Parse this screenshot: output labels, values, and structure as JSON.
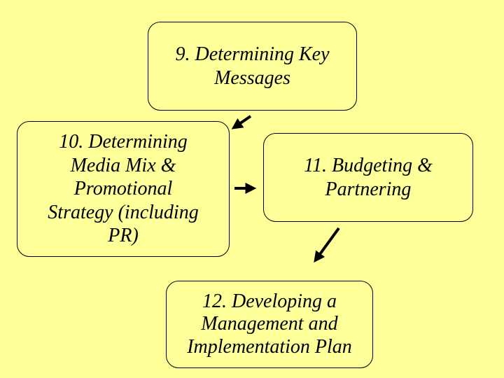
{
  "steps": {
    "step9": "9. Determining Key\nMessages",
    "step10": "10. Determining\nMedia Mix &\nPromotional\nStrategy (including\nPR)",
    "step11": "11. Budgeting &\nPartnering",
    "step12": "12. Developing a\nManagement and\nImplementation Plan"
  },
  "colors": {
    "background": "#ffff99",
    "ink": "#000000"
  }
}
